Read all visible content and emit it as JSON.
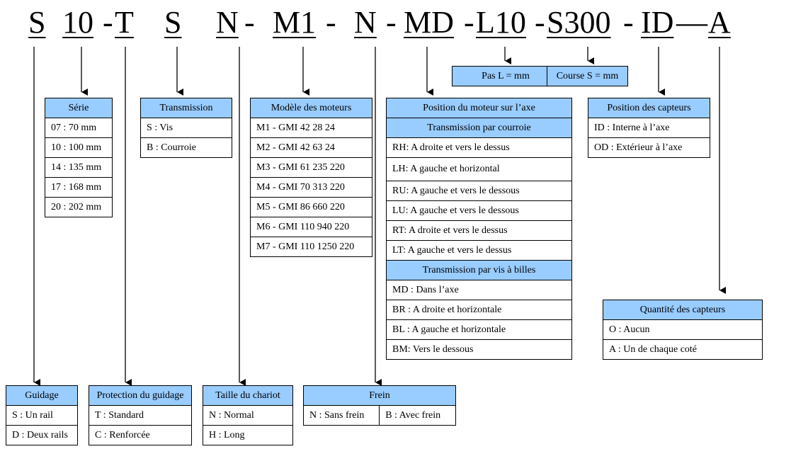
{
  "code": {
    "segments": [
      "S",
      "10",
      "-",
      "T",
      "S",
      "N",
      "-",
      "M1",
      "-",
      "N",
      "-",
      "MD",
      "-",
      "L10",
      "-",
      "S300",
      "-",
      "ID",
      "—",
      "A"
    ]
  },
  "pas": "Pas L = mm",
  "course": "Course S = mm",
  "serie": {
    "title": "Série",
    "rows": [
      "07 : 70 mm",
      "10 : 100 mm",
      "14 : 135 mm",
      "17 : 168 mm",
      "20 : 202 mm"
    ]
  },
  "transmission": {
    "title": "Transmission",
    "rows": [
      "S : Vis",
      "B : Courroie"
    ]
  },
  "moteurs": {
    "title": "Modèle des moteurs",
    "rows": [
      "M1 - GMI 42  28  24",
      "M2 - GMI 42  63  24",
      "M3 - GMI 61  235  220",
      "M4 - GMI 70  313  220",
      "M5 - GMI 86  660  220",
      "M6 - GMI 110  940  220",
      "M7 - GMI 110  1250  220"
    ]
  },
  "position_moteur": {
    "title": "Position du moteur sur l’axe",
    "courroie_title": "Transmission par courroie",
    "courroie_rows": [
      "RH: A droite et vers le dessus",
      "LH: A gauche et horizontal",
      "RU: A gauche et vers le dessous",
      "LU: A  gauche et vers le dessous",
      "RT: A  droite et vers le dessus",
      "LT: A  gauche et vers le dessus"
    ],
    "vis_title": "Transmission par vis à billes",
    "vis_rows": [
      "MD : Dans l’axe",
      "BR : A droite et horizontale",
      "BL : A gauche et horizontale",
      "BM: Vers le dessous"
    ]
  },
  "capteurs_position": {
    "title": "Position des capteurs",
    "rows": [
      "ID : Interne à l’axe",
      "OD : Extérieur à l’axe"
    ]
  },
  "capteurs_quantite": {
    "title": "Quantité des capteurs",
    "rows": [
      "O : Aucun",
      "A : Un de chaque coté"
    ]
  },
  "guidage": {
    "title": "Guidage",
    "rows": [
      "S : Un rail",
      "D : Deux rails"
    ]
  },
  "protection": {
    "title": "Protection du guidage",
    "rows": [
      "T : Standard",
      "C : Renforcée"
    ]
  },
  "taille": {
    "title": "Taille du chariot",
    "rows": [
      "N : Normal",
      "H : Long"
    ]
  },
  "frein": {
    "title": "Frein",
    "rows": [
      "N : Sans frein",
      "B : Avec frein"
    ]
  }
}
